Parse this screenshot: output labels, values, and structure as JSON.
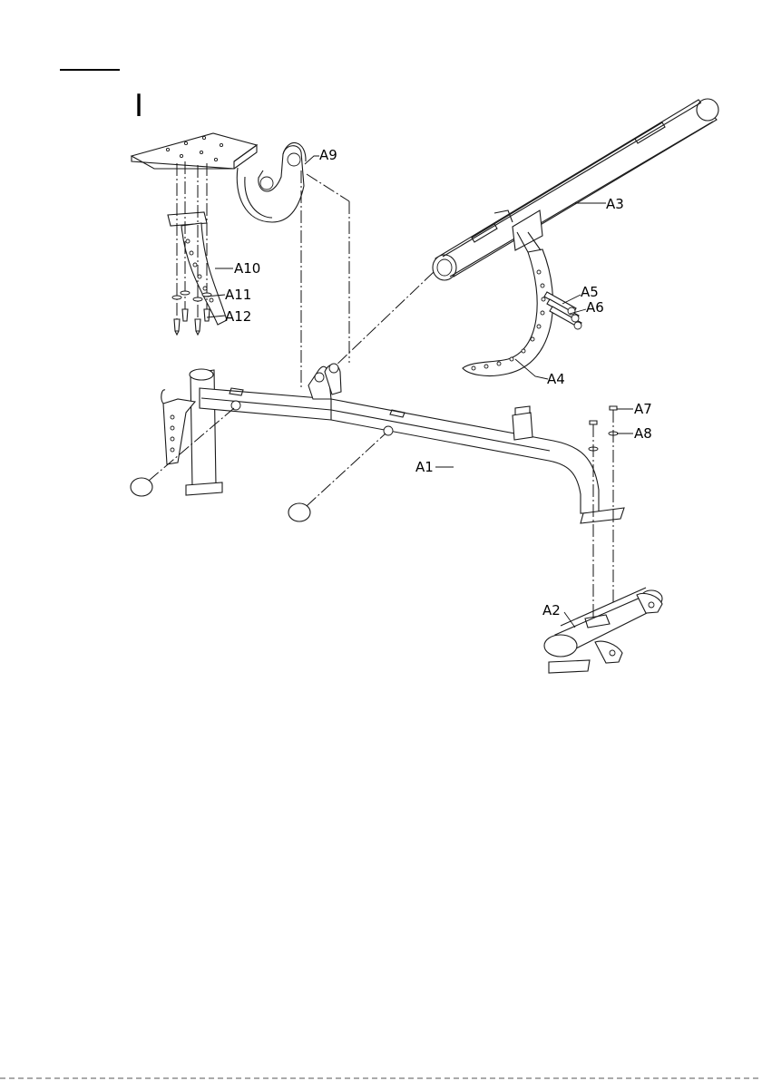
{
  "step": {
    "number": "I"
  },
  "parts": [
    {
      "id": "A1",
      "label": "A1"
    },
    {
      "id": "A2",
      "label": "A2"
    },
    {
      "id": "A3",
      "label": "A3"
    },
    {
      "id": "A4",
      "label": "A4"
    },
    {
      "id": "A5",
      "label": "A5"
    },
    {
      "id": "A6",
      "label": "A6"
    },
    {
      "id": "A7",
      "label": "A7"
    },
    {
      "id": "A8",
      "label": "A8"
    },
    {
      "id": "A9",
      "label": "A9"
    },
    {
      "id": "A10",
      "label": "A10"
    },
    {
      "id": "A11",
      "label": "A11"
    },
    {
      "id": "A12",
      "label": "A12"
    }
  ]
}
